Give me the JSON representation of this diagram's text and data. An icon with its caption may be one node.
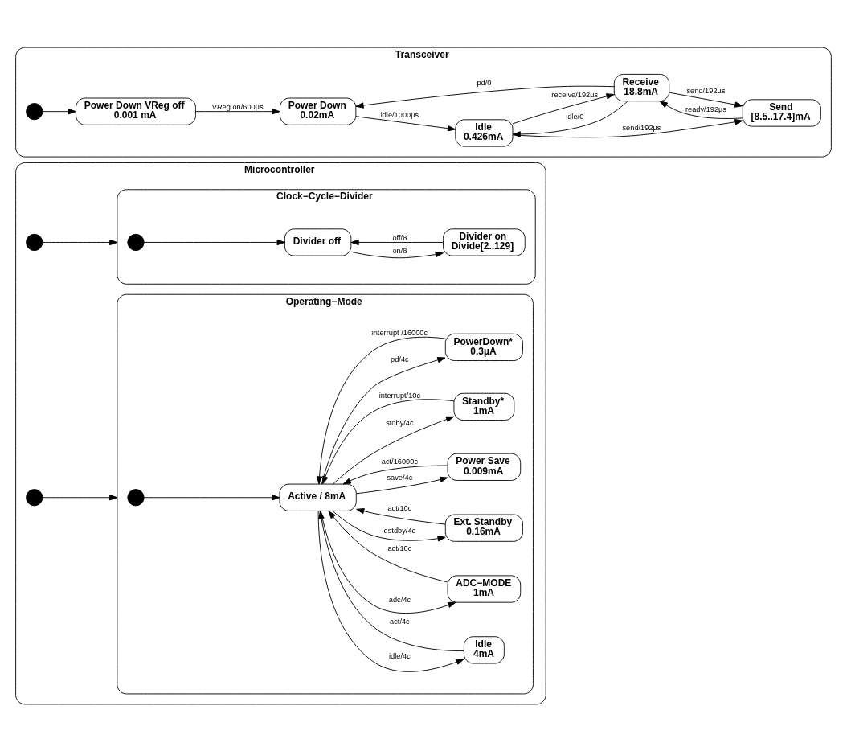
{
  "diagram": {
    "nodes": [
      {
        "text": [
          "Microcontroller"
        ]
      },
      {
        "text": [],
        "shape": "circle",
        "in": 0
      },
      {
        "text": [
          "Clock−Cycle−Divider"
        ],
        "in": 0
      },
      {
        "text": [],
        "shape": "circle",
        "in": 2
      },
      {
        "text": [
          "Divider off"
        ],
        "in": 2
      },
      {
        "text": [
          "Divider on",
          "Divide[2..129]"
        ],
        "in": 2
      },
      {
        "text": [],
        "shape": "circle",
        "in": 0
      },
      {
        "text": [
          "Operating−Mode"
        ],
        "in": 0
      },
      {
        "text": [],
        "shape": "circle",
        "in": 7
      },
      {
        "text": [
          "Active / 8mA"
        ],
        "in": 7
      },
      {
        "text": [
          "Idle",
          "4mA"
        ],
        "in": 7
      },
      {
        "text": [
          "ADC−MODE",
          "1mA"
        ],
        "in": 7
      },
      {
        "text": [
          "Ext. Standby",
          "0.16mA"
        ],
        "in": 7
      },
      {
        "text": [
          "Power Save",
          "0.009mA"
        ],
        "in": 7
      },
      {
        "text": [
          "Standby*",
          "1mA"
        ],
        "in": 7
      },
      {
        "text": [
          "PowerDown*",
          "0.3µA"
        ],
        "in": 7
      },
      {
        "text": [
          "Transceiver"
        ]
      },
      {
        "text": [],
        "shape": "circle",
        "in": 16
      },
      {
        "text": [
          "Power Down VReg off",
          "0.001 mA"
        ],
        "in": 16
      },
      {
        "text": [
          "Power Down",
          "0.02mA"
        ],
        "in": 16
      },
      {
        "text": [
          "Idle",
          "0.426mA"
        ],
        "in": 16
      },
      {
        "text": [
          "Receive",
          "18.8mA"
        ],
        "in": 16
      },
      {
        "text": [
          "Send",
          "[8.5..17.4]mA"
        ],
        "in": 16
      }
    ],
    "edges": [
      {
        "from": 1,
        "to": 2,
        "arrow": "to"
      },
      {
        "from": 3,
        "to": 4,
        "arrow": "to"
      },
      {
        "from": 4,
        "to": 5,
        "arrow": "to",
        "label": "on/8"
      },
      {
        "from": 5,
        "to": 4,
        "arrow": "to",
        "label": "off/8"
      },
      {
        "from": 6,
        "to": 7,
        "arrow": "to"
      },
      {
        "from": 8,
        "to": 9,
        "arrow": "to"
      },
      {
        "from": 10,
        "to": 9,
        "arrow": "to",
        "label": "act/4c"
      },
      {
        "from": 9,
        "to": 10,
        "arrow": "to",
        "label": "idle/4c"
      },
      {
        "from": 9,
        "to": 11,
        "arrow": "to",
        "label": "adc/4c"
      },
      {
        "from": 11,
        "to": 9,
        "arrow": "to",
        "label": "act/10c"
      },
      {
        "from": 12,
        "to": 9,
        "arrow": "to",
        "label": "act/10c"
      },
      {
        "from": 9,
        "to": 12,
        "arrow": "to",
        "label": "estdby/4c"
      },
      {
        "from": 13,
        "to": 9,
        "arrow": "to",
        "label": "act/16000c"
      },
      {
        "from": 9,
        "to": 13,
        "arrow": "to",
        "label": "save/4c"
      },
      {
        "from": 14,
        "to": 9,
        "arrow": "to",
        "label": "interrupt/10c"
      },
      {
        "from": 9,
        "to": 14,
        "arrow": "to",
        "label": "stdby/4c"
      },
      {
        "from": 15,
        "to": 9,
        "arrow": "to",
        "label": "interrupt /16000c"
      },
      {
        "from": 9,
        "to": 15,
        "arrow": "to",
        "label": "pd/4c"
      },
      {
        "from": 17,
        "to": 18,
        "arrow": "to"
      },
      {
        "from": 18,
        "to": 19,
        "arrow": "to",
        "label": "VReg on/600µs"
      },
      {
        "from": 19,
        "to": 20,
        "arrow": "to",
        "label": "idle/1000µs"
      },
      {
        "from": 20,
        "to": 21,
        "arrow": "to",
        "label": "receive/192µs"
      },
      {
        "from": 20,
        "to": 22,
        "arrow": "to",
        "label": "send/192µs"
      },
      {
        "from": 21,
        "to": 20,
        "arrow": "to",
        "label": "idle/0"
      },
      {
        "from": 21,
        "to": 22,
        "arrow": "to",
        "label": "send/192µs"
      },
      {
        "from": 22,
        "to": 21,
        "arrow": "to",
        "label": "ready/192µs"
      },
      {
        "from": 21,
        "to": 19,
        "arrow": "to",
        "label": "pd/0"
      }
    ]
  }
}
